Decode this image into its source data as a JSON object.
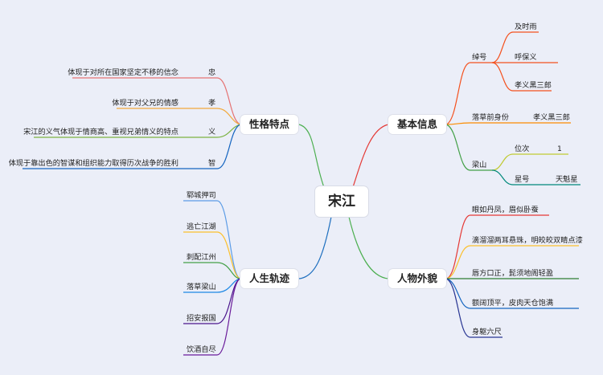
{
  "root": "宋江",
  "branches": {
    "character": {
      "label": "性格特点",
      "items": [
        {
          "key": "忠",
          "desc": "体现于对所在国家坚定不移的信念"
        },
        {
          "key": "孝",
          "desc": "体现于对父兄的情感"
        },
        {
          "key": "义",
          "desc": "宋江的义气体现于情商高、重视兄弟情义的特点"
        },
        {
          "key": "智",
          "desc": "体现于靠出色的智谋和组织能力取得历次战争的胜利"
        }
      ]
    },
    "basic": {
      "label": "基本信息",
      "nickname": {
        "label": "绰号",
        "values": [
          "及时雨",
          "呼保义",
          "孝义黑三郎"
        ]
      },
      "former": {
        "label": "落草前身份",
        "value": "孝义黑三郎"
      },
      "liangshan": {
        "label": "梁山",
        "rank_label": "位次",
        "rank_value": "1",
        "star_label": "星号",
        "star_value": "天魁星"
      }
    },
    "life": {
      "label": "人生轨迹",
      "items": [
        "郓城押司",
        "逃亡江湖",
        "刺配江州",
        "落草梁山",
        "招安报国",
        "饮酒自尽"
      ]
    },
    "appearance": {
      "label": "人物外貌",
      "items": [
        "眼如丹凤，眉似卧蚕",
        "滴溜溜两耳悬珠，明皎皎双睛点漆",
        "唇方口正，髭须地阁轻盈",
        "额阔顶平，皮肉天仓饱满",
        "身躯六尺"
      ]
    }
  },
  "colors": {
    "character": "#4caf50",
    "basic": "#e53935",
    "life": "#1e6fbf",
    "appearance": "#e53935",
    "loyal": "#e57373",
    "filial": "#f2a93b",
    "righteous": "#7cb342",
    "wise": "#1565c0",
    "nick": "#f4511e",
    "former": "#fb8c00",
    "liangshan": "#43a047",
    "rank": "#c0ca33",
    "star": "#00897b",
    "life1": "#5c9ce6",
    "life2": "#fbc02d",
    "life3": "#43a047",
    "life4": "#1e88e5",
    "life5": "#4a148c",
    "life6": "#6a1b9a",
    "app1": "#e53935",
    "app2": "#fbc02d",
    "app3": "#2e7d32",
    "app4": "#1565c0",
    "app5": "#283593"
  }
}
